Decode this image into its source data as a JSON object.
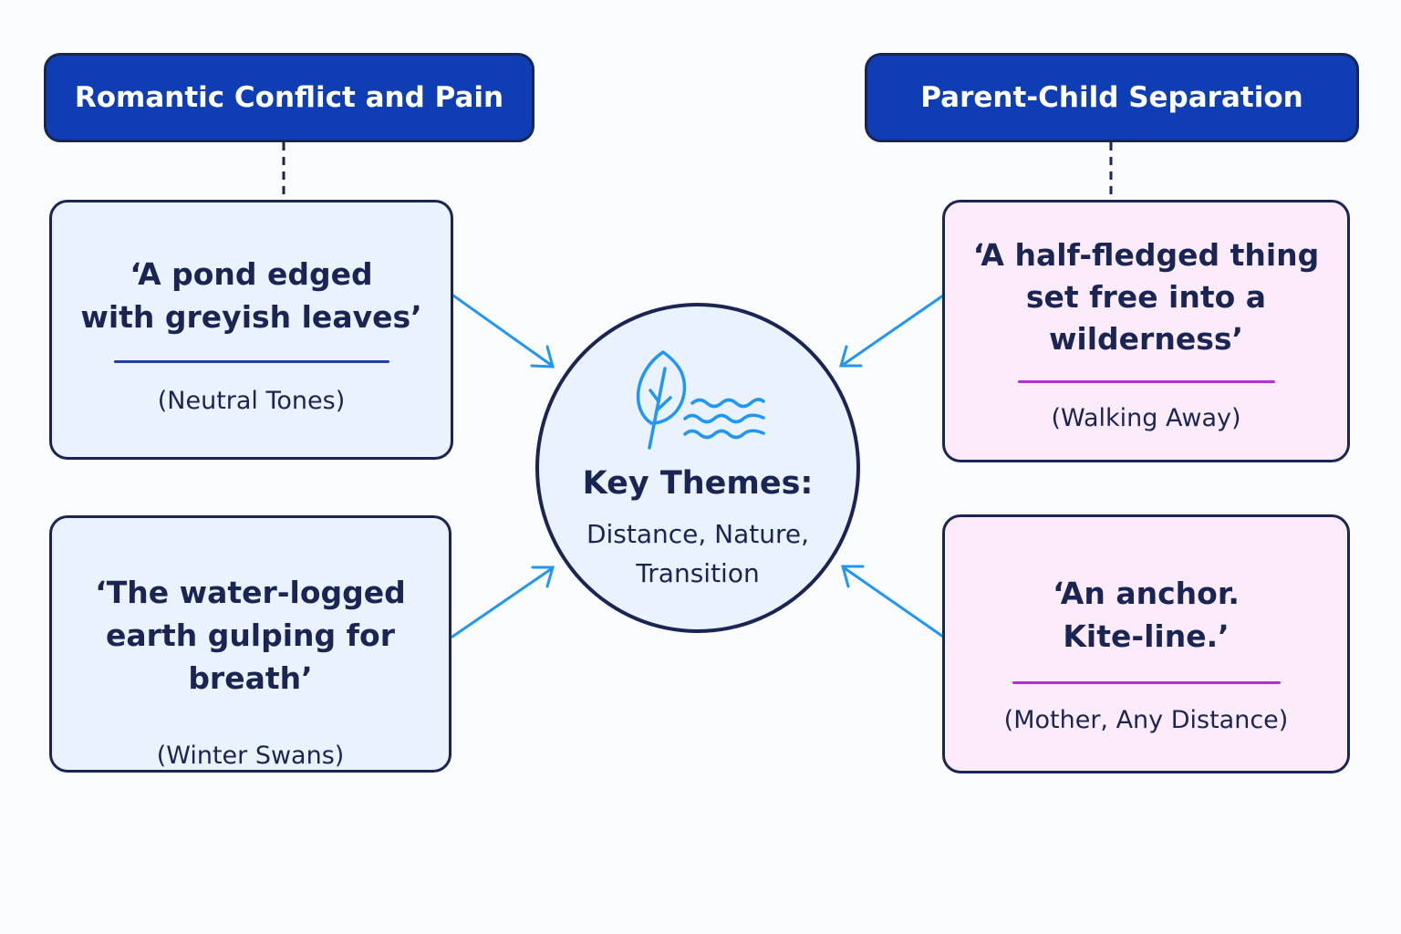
{
  "headers": {
    "left": "Romantic Conflict and Pain",
    "right": "Parent-Child Separation"
  },
  "center": {
    "title": "Key Themes:",
    "subtitle_line1": "Distance, Nature,",
    "subtitle_line2": "Transition",
    "icons": [
      "leaf-icon",
      "water-waves-icon"
    ]
  },
  "cards": {
    "top_left": {
      "quote": "‘A pond edged\nwith greyish leaves’",
      "source": "(Neutral Tones)"
    },
    "bottom_left": {
      "quote": "‘The water-logged\nearth gulping for breath’",
      "source": "(Winter Swans)"
    },
    "top_right": {
      "quote": "‘A half-fledged thing\nset free into a\nwilderness’",
      "source": "(Walking Away)"
    },
    "bottom_right": {
      "quote": "‘An anchor.\nKite-line.’",
      "source": "(Mother, Any Distance)"
    }
  },
  "colors": {
    "header_fill": "#0f3eb4",
    "outline": "#1a2554",
    "blue_card_fill": "#e9f2fd",
    "pink_card_fill": "#fcebfb",
    "blue_rule": "#1e3fa8",
    "pink_rule": "#b52ed0",
    "arrow": "#2196f3"
  }
}
